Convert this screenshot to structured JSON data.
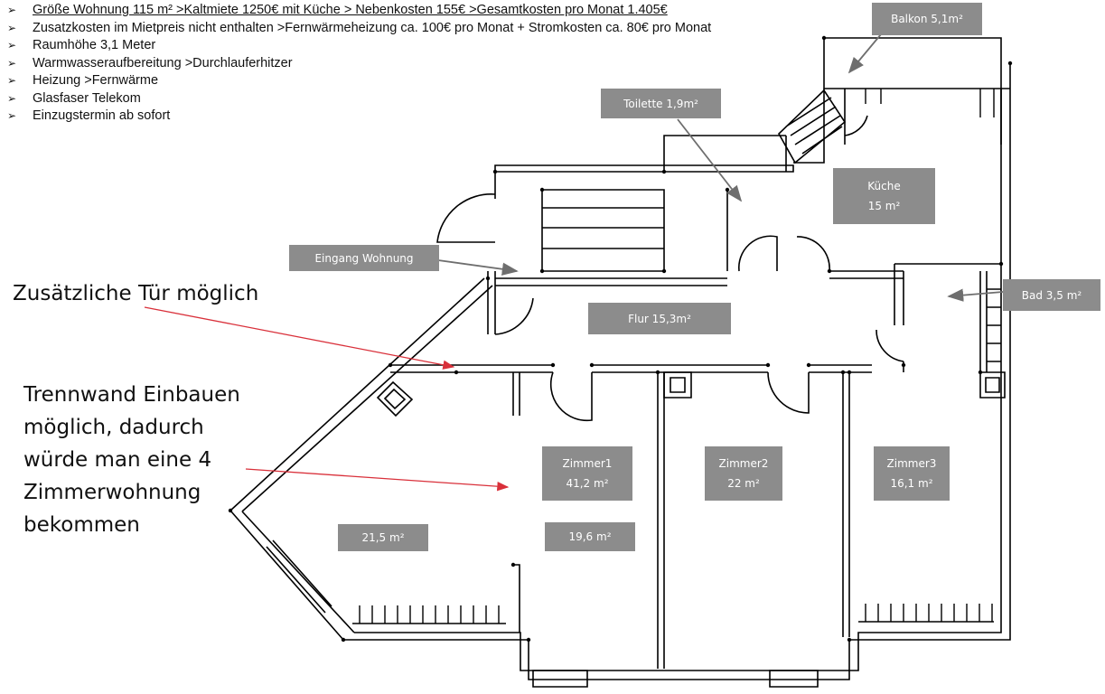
{
  "header": {
    "bullets": [
      "Größe Wohnung 115 m² >Kaltmiete 1250€  mit Küche > Nebenkosten 155€  >Gesamtkosten pro Monat 1.405€",
      "Zusatzkosten im Mietpreis nicht enthalten >Fernwärmeheizung ca. 100€ pro Monat + Stromkosten ca. 80€ pro Monat",
      "Raumhöhe 3,1 Meter",
      "Warmwasseraufbereitung >Durchlauferhitzer",
      "Heizung >Fernwärme",
      "Glasfaser Telekom",
      "Einzugstermin  ab sofort"
    ],
    "bullet_marker": "➢"
  },
  "notes": {
    "extra_door": "Zusätzliche Tür möglich",
    "partition": "Trennwand Einbauen möglich, dadurch würde man eine 4 Zimmerwohnung bekommen"
  },
  "rooms": {
    "balkon": "Balkon 5,1m²",
    "toilette": "Toilette 1,9m²",
    "kueche_name": "Küche",
    "kueche_area": "15 m²",
    "eingang": "Eingang Wohnung",
    "bad": "Bad 3,5 m²",
    "flur": "Flur 15,3m²",
    "zimmer1_name": "Zimmer1",
    "zimmer1_area": "41,2 m²",
    "zimmer2_name": "Zimmer2",
    "zimmer2_area": "22 m²",
    "zimmer3_name": "Zimmer3",
    "zimmer3_area": "16,1 m²",
    "part_left": "21,5 m²",
    "part_right": "19,6 m²"
  },
  "colors": {
    "label_bg": "#8c8c8c",
    "label_text": "#ffffff",
    "wall": "#000000",
    "annotation_arrow": "#d9303a",
    "pointer_arrow": "#6e6e6e"
  }
}
